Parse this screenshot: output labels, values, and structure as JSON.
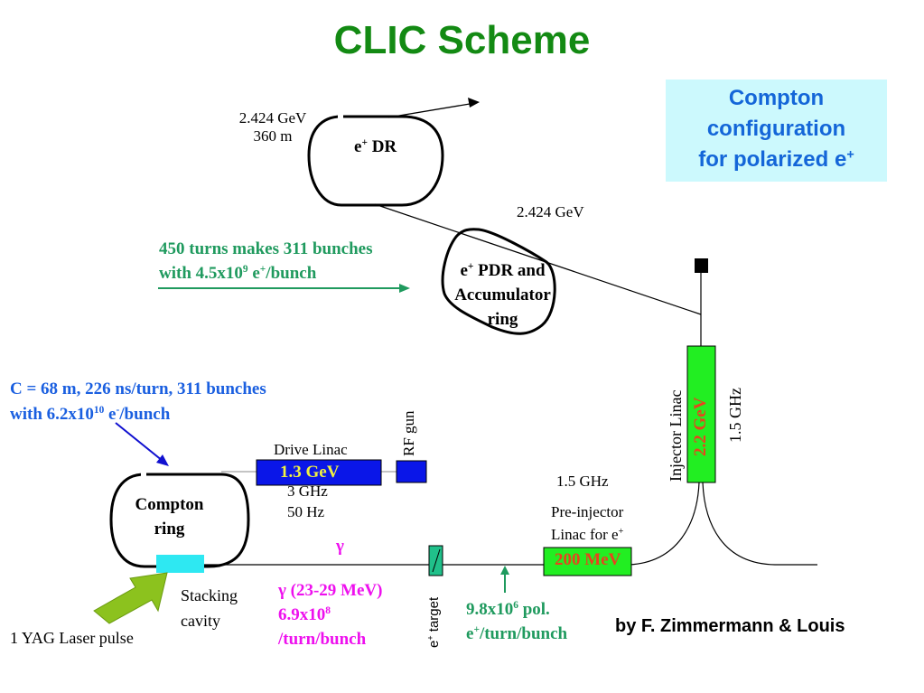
{
  "title": "CLIC Scheme",
  "compton_box": {
    "lines": [
      "Compton",
      "configuration",
      "for polarized e"
    ],
    "sup": "+"
  },
  "colors": {
    "title": "#138a13",
    "compton_box_bg": "#ccf9fd",
    "compton_box_text": "#1466d8",
    "drive_linac": "#0a16e8",
    "drive_linac_text": "#f2f240",
    "injector_linac": "#22ee22",
    "linac_energy_text": "#e8431e",
    "stacking_cavity": "#2ee8f2",
    "laser_arrow": "#8cc21e",
    "target": "#20c08a",
    "green_annotation": "#1f9a5e",
    "blue_annotation": "#1a5fe0",
    "magenta_annotation": "#ee10ee"
  },
  "dr": {
    "energy": "2.424 GeV",
    "circumference": "360 m",
    "label_main": "e",
    "label_sup": "+",
    "label_rest": " DR"
  },
  "pdr": {
    "energy": "2.424 GeV",
    "label_line1_main": "e",
    "label_line1_sup": "+",
    "label_line1_rest": " PDR and",
    "label_line2": "Accumulator",
    "label_line3": "ring"
  },
  "accumulation_note": {
    "line1": "450 turns makes 311 bunches",
    "line2_a": "with 4.5x10",
    "line2_sup": "9",
    "line2_b": " e",
    "line2_sup2": "+",
    "line2_c": "/bunch"
  },
  "compton_ring_note": {
    "line1": "C = 68 m, 226 ns/turn, 311 bunches",
    "line2_a": "with 6.2x10",
    "line2_sup": "10",
    "line2_b": " e",
    "line2_sup2": "-",
    "line2_c": "/bunch"
  },
  "compton_ring": {
    "line1": "Compton",
    "line2": "ring"
  },
  "drive_linac": {
    "label": "Drive Linac",
    "energy": "1.3 GeV",
    "frequency": "3 GHz",
    "rep_rate": "50 Hz"
  },
  "rf_gun": {
    "label": "RF gun"
  },
  "injector_linac": {
    "label": "Injector Linac",
    "energy": "2.2 GeV",
    "frequency": "1.5 GHz"
  },
  "pre_injector": {
    "frequency": "1.5 GHz",
    "line1": "Pre-injector",
    "line2_main": "Linac for e",
    "line2_sup": "+",
    "energy": "200 MeV"
  },
  "gamma": {
    "symbol": "γ",
    "line1": "γ (23-29 MeV)",
    "line2_a": "6.9x10",
    "line2_sup": "8",
    "line3": "/turn/bunch"
  },
  "target": {
    "label_main": "e",
    "label_sup": "+",
    "label_rest": " target"
  },
  "positron_yield": {
    "line1_a": "9.8x10",
    "line1_sup": "6",
    "line1_b": " pol.",
    "line2_main": "e",
    "line2_sup": "+",
    "line2_rest": "/turn/bunch"
  },
  "stacking_cavity": {
    "line1": "Stacking",
    "line2": "cavity"
  },
  "laser": {
    "label": "1 YAG Laser pulse"
  },
  "credit": "by F. Zimmermann & Louis"
}
